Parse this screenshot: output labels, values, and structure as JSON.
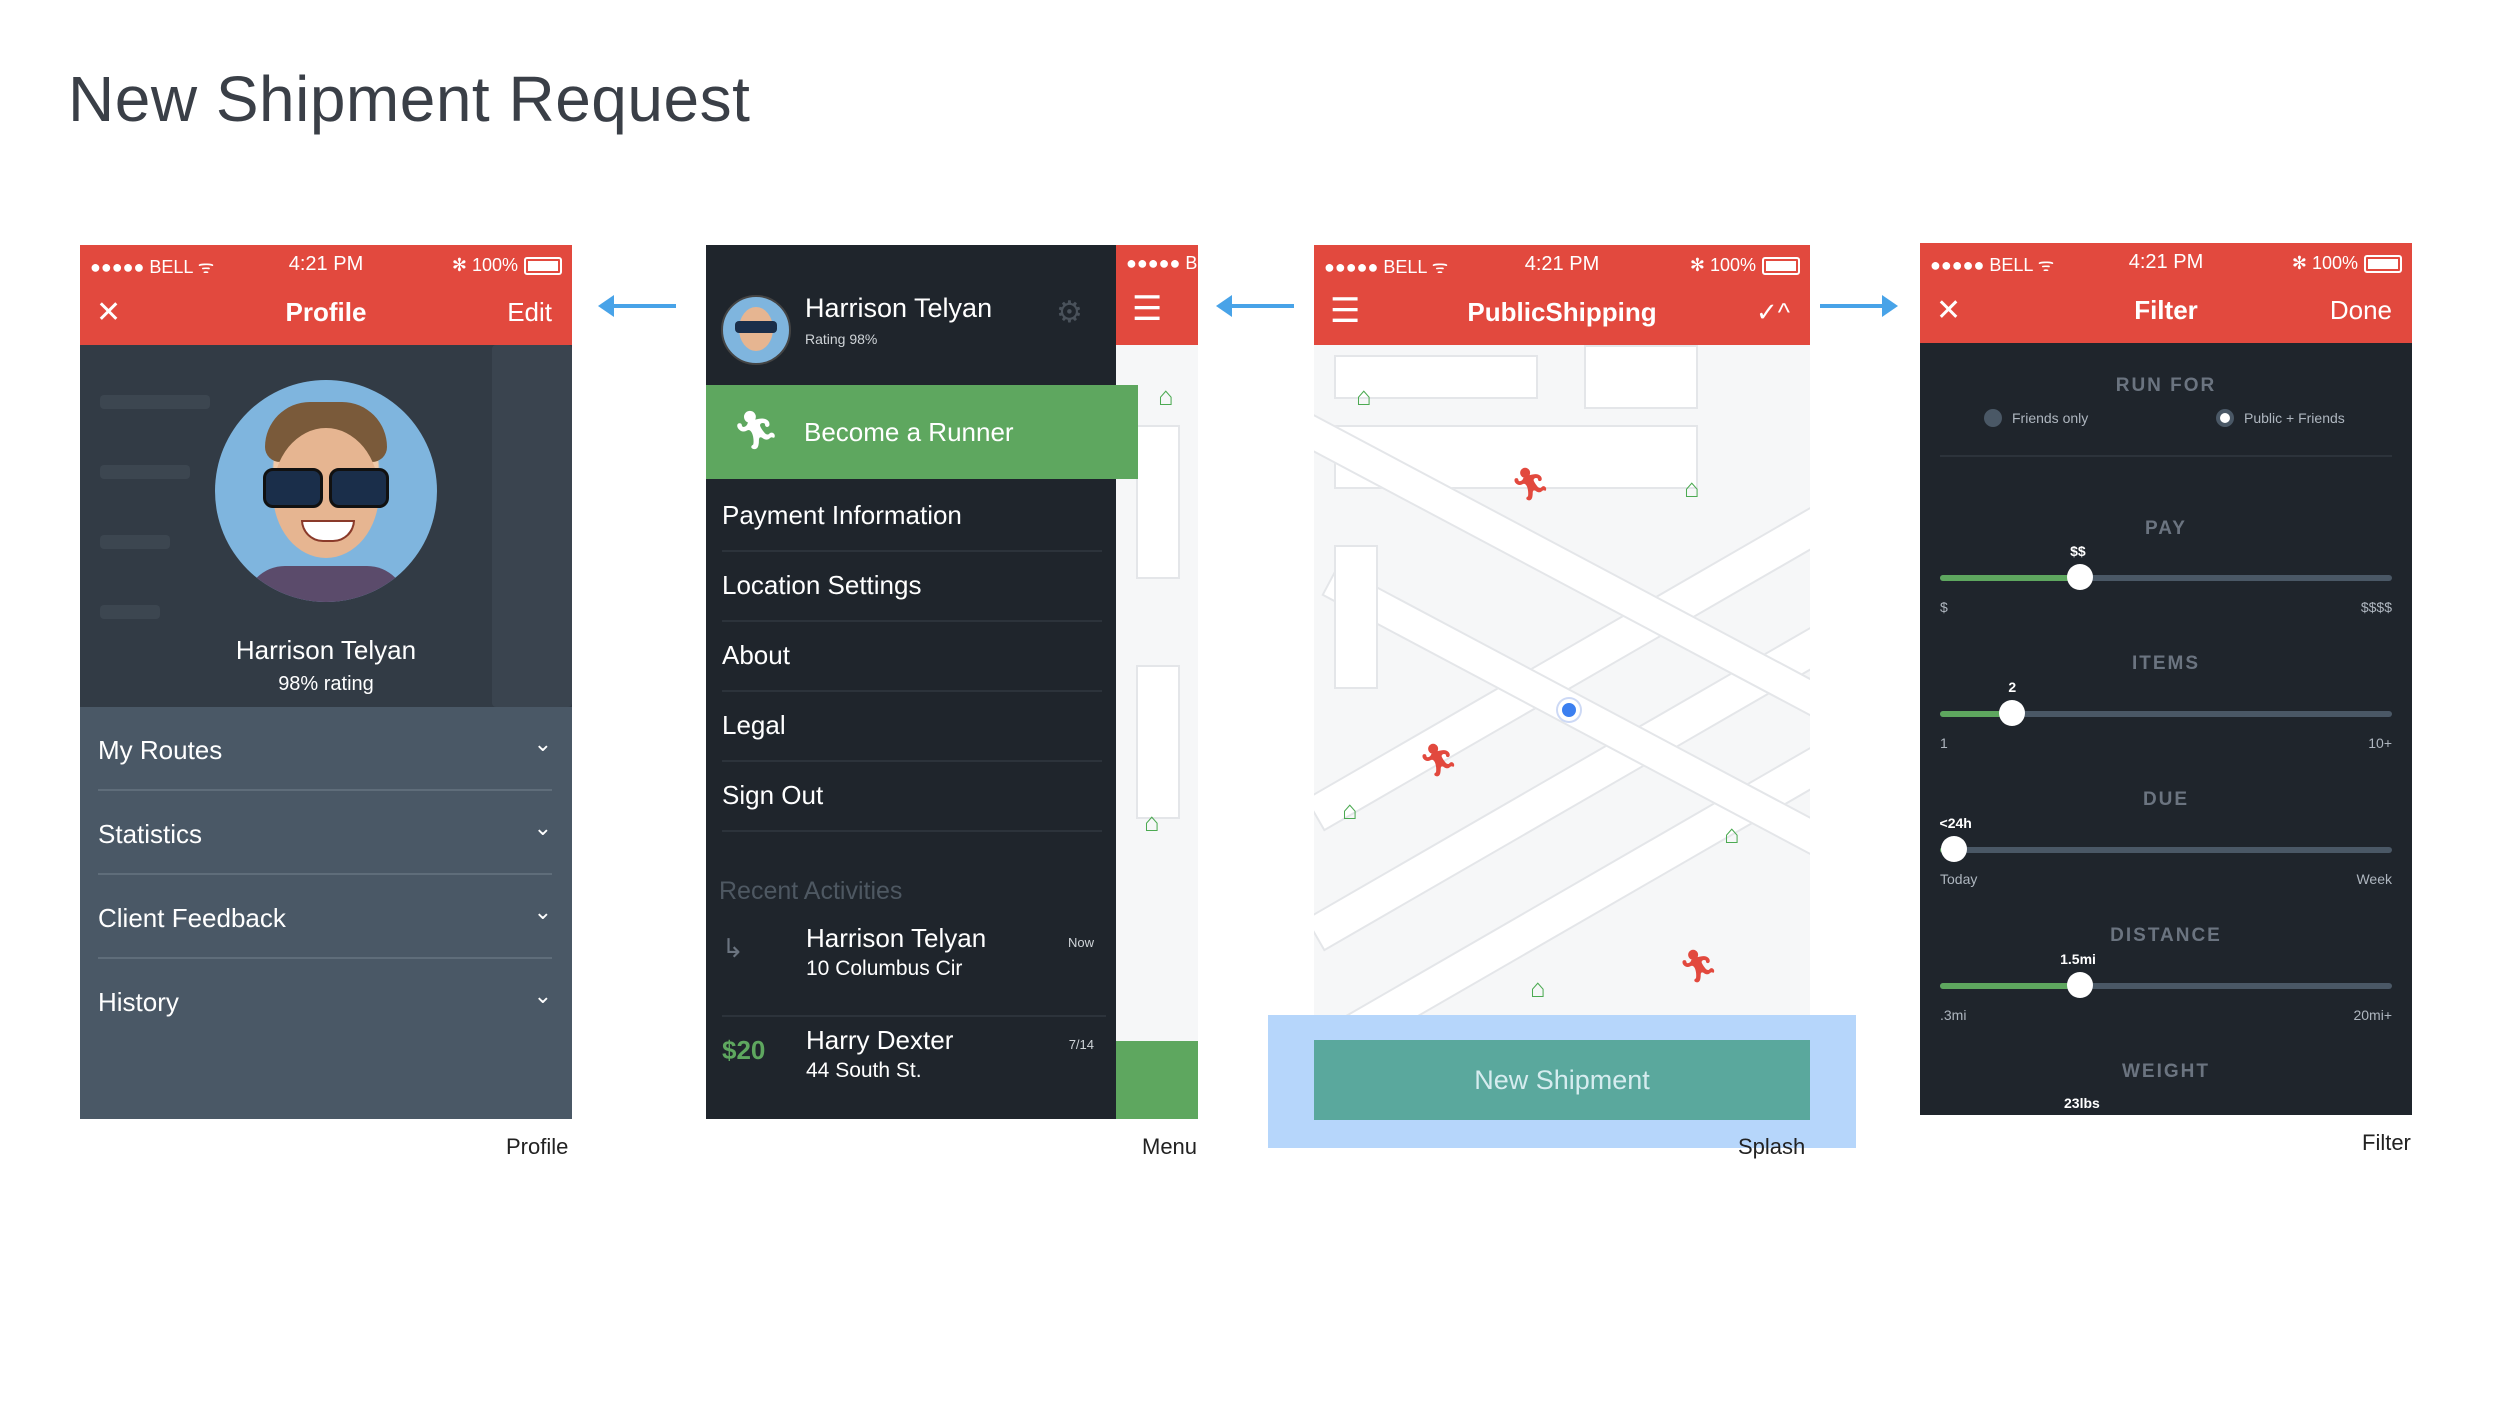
{
  "page_title": "New Shipment Request",
  "status": {
    "carrier": "●●●●● BELL ᯤ",
    "time": "4:21 PM",
    "battery": "✻ 100%"
  },
  "profile": {
    "nav": {
      "close": "✕",
      "title": "Profile",
      "edit": "Edit"
    },
    "name": "Harrison Telyan",
    "rating": "98% rating",
    "items": [
      "My Routes",
      "Statistics",
      "Client Feedback",
      "History"
    ],
    "chevron": "⌄",
    "caption": "Profile"
  },
  "menu": {
    "peek_status": "●●●●● B",
    "user_name": "Harrison Telyan",
    "user_sub": "Rating 98%",
    "gear": "⚙",
    "runner_label": "Become a Runner",
    "items": [
      "Payment Information",
      "Location Settings",
      "About",
      "Legal",
      "Sign Out"
    ],
    "recent_heading": "Recent Activities",
    "activities": [
      {
        "lead": "↳",
        "name": "Harrison Telyan",
        "address": "10 Columbus Cir",
        "time": "Now"
      },
      {
        "lead": "$20",
        "name": "Harry Dexter",
        "address": "44 South St.",
        "time": "7/14"
      }
    ],
    "caption": "Menu"
  },
  "splash": {
    "nav": {
      "menu": "☰",
      "title": "PublicShipping",
      "right": "✓^"
    },
    "button": "New Shipment",
    "caption": "Splash"
  },
  "filter": {
    "nav": {
      "close": "✕",
      "title": "Filter",
      "done": "Done"
    },
    "run_for": {
      "heading": "RUN FOR",
      "options": [
        "Friends only",
        "Public + Friends"
      ],
      "selected": "Public + Friends"
    },
    "pay": {
      "heading": "PAY",
      "value": "$$",
      "min": "$",
      "max": "$$$$",
      "fraction": 0.31
    },
    "items": {
      "heading": "ITEMS",
      "value": "2",
      "min": "1",
      "max": "10+",
      "fraction": 0.16
    },
    "due": {
      "heading": "DUE",
      "value": "<24h",
      "min": "Today",
      "max": "Week",
      "fraction": 0.03
    },
    "distance": {
      "heading": "DISTANCE",
      "value": "1.5mi",
      "min": ".3mi",
      "max": "20mi+",
      "fraction": 0.31
    },
    "weight": {
      "heading": "WEIGHT",
      "value": "23lbs"
    },
    "caption": "Filter"
  },
  "colors": {
    "accent_red": "#e2493e",
    "green": "#5ea75f",
    "dark": "#1f252c",
    "arrow": "#48a3e8",
    "teal": "#5aa89d"
  }
}
